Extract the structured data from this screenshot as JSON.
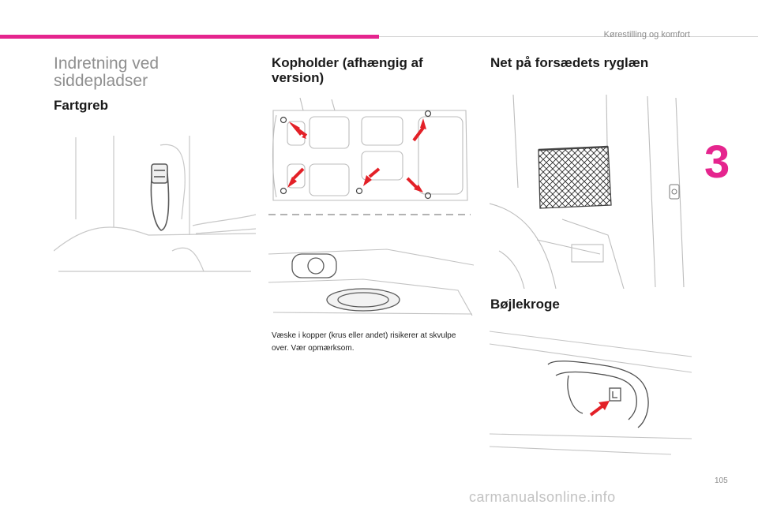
{
  "header": {
    "chapter_title": "Kørestilling og komfort",
    "chapter_number": "3",
    "accent_color": "#e5258e"
  },
  "left": {
    "section_title": "Indretning ved siddepladser",
    "heading": "Fartgreb"
  },
  "middle": {
    "heading": "Kopholder (afhængig af version)",
    "warning": "Væske i kopper (krus eller andet) risikerer at skvulpe over. Vær opmærksom."
  },
  "right": {
    "heading_net": "Net på forsædets ryglæn",
    "heading_hooks": "Bøjlekroge"
  },
  "footer": {
    "page_number": "105",
    "watermark": "carmanualsonline.info"
  }
}
